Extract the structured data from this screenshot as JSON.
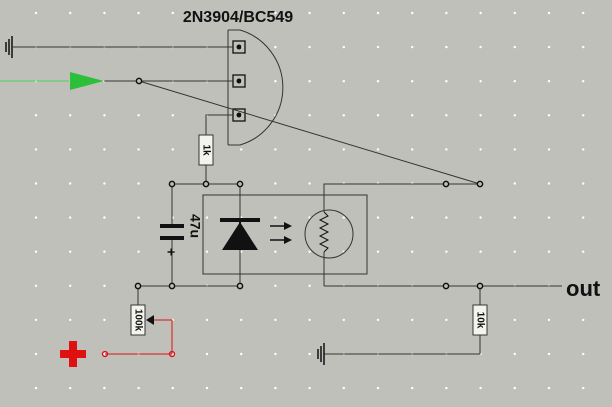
{
  "diagram": {
    "transistor_label": "2N3904/BC549",
    "output_label": "out",
    "resistor_1k": "1k",
    "resistor_100k": "100k",
    "resistor_10k": "10k",
    "capacitor_value": "47u",
    "capacitor_polarity": "+",
    "colors": {
      "background": "#c0c0bb",
      "wire": "#333333",
      "input_probe": "#2dbf3a",
      "input_wire": "#4fd05a",
      "supply": "#e01010",
      "grid_dot": "#ffffff"
    }
  }
}
